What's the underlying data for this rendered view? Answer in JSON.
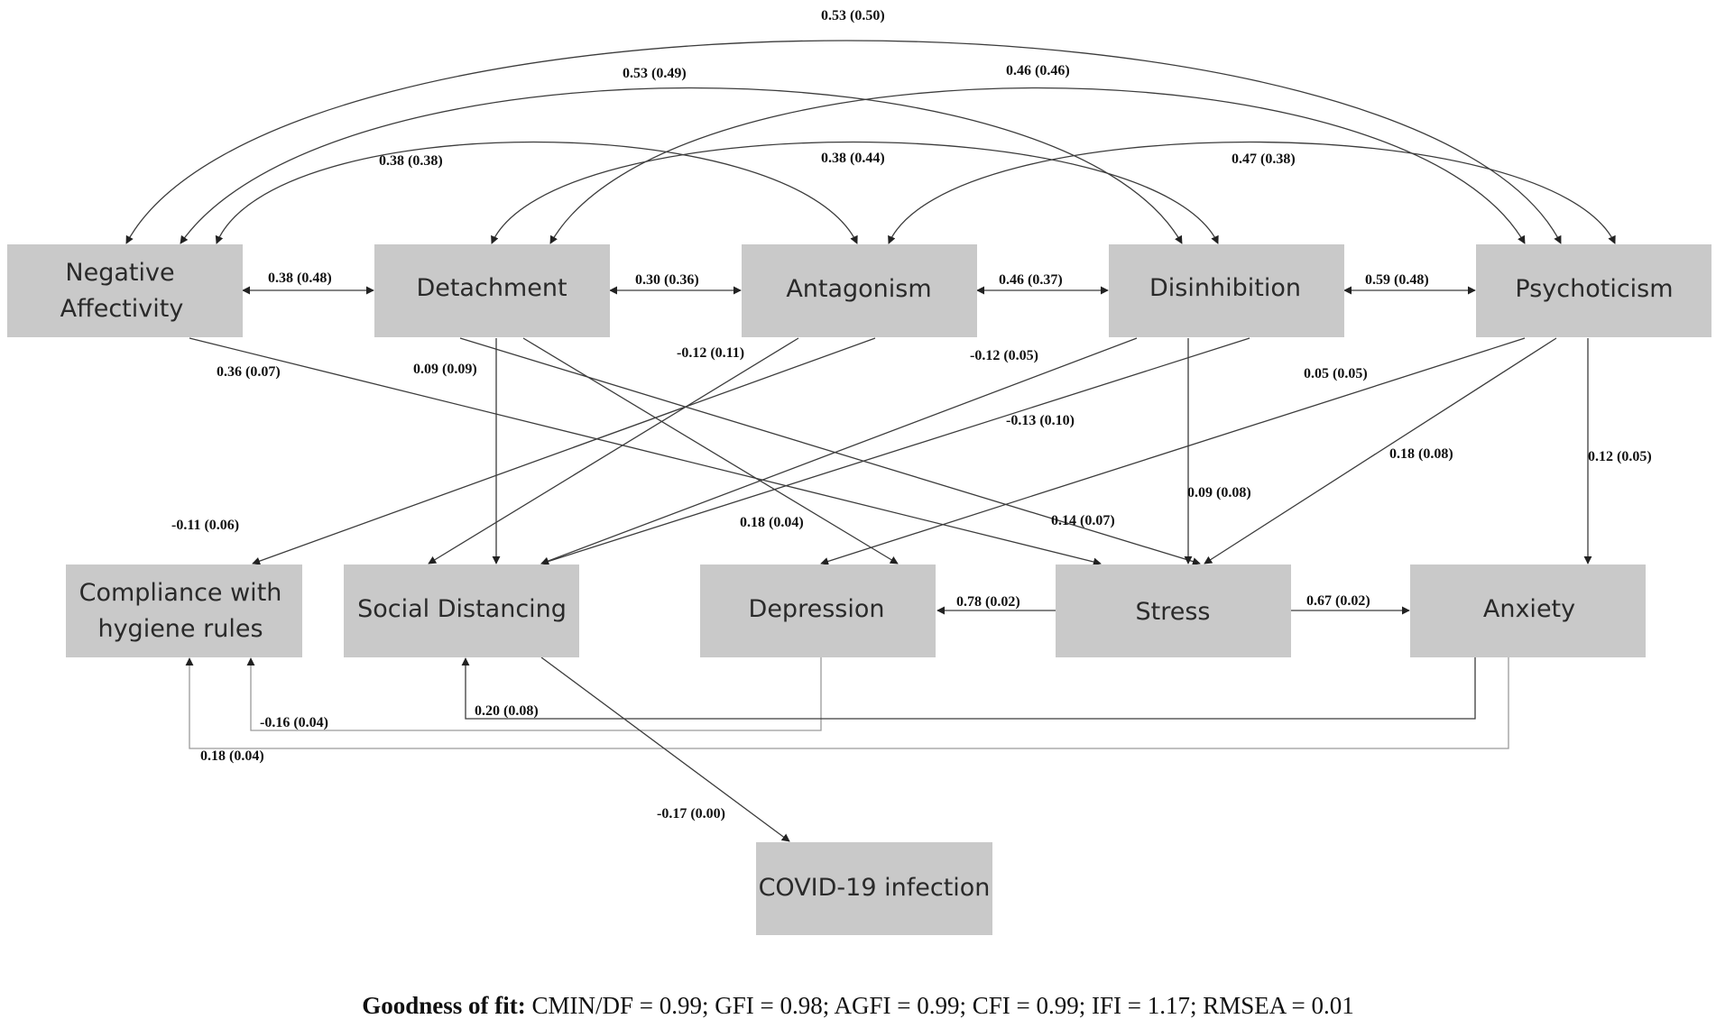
{
  "nodes": {
    "negative_affectivity": [
      "Negative",
      "Affectivity"
    ],
    "detachment": [
      "Detachment"
    ],
    "antagonism": [
      "Antagonism"
    ],
    "disinhibition": [
      "Disinhibition"
    ],
    "psychoticism": [
      "Psychoticism"
    ],
    "compliance": [
      "Compliance with",
      "hygiene rules"
    ],
    "social_distancing": [
      "Social Distancing"
    ],
    "depression": [
      "Depression"
    ],
    "stress": [
      "Stress"
    ],
    "anxiety": [
      "Anxiety"
    ],
    "covid": [
      "COVID-19 infection"
    ]
  },
  "edge_labels": {
    "na_psy": "0.53 (0.50)",
    "na_dis": "0.53 (0.49)",
    "det_psy": "0.46 (0.46)",
    "na_ant": "0.38 (0.38)",
    "det_dis": "0.38 (0.44)",
    "ant_psy": "0.47 (0.38)",
    "na_det": "0.38 (0.48)",
    "det_ant": "0.30 (0.36)",
    "ant_dis": "0.46 (0.37)",
    "dis_psy": "0.59 (0.48)",
    "na_stress": "0.36 (0.07)",
    "det_sd": "0.09 (0.09)",
    "ant_sd": "-0.12 (0.11)",
    "ant_comp": "-0.12 (0.05)",
    "psy_dep": "0.05 (0.05)",
    "dis_sd": "-0.13 (0.10)",
    "psy_stress": "0.18 (0.08)",
    "psy_anx": "0.12 (0.05)",
    "dis_comp": "-0.11 (0.06)",
    "det_dep": "0.18 (0.04)",
    "dis_stress": "0.09 (0.08)",
    "det_stress": "0.14 (0.07)",
    "stress_dep": "0.78 (0.02)",
    "stress_anx": "0.67 (0.02)",
    "dep_comp": "-0.16 (0.04)",
    "anx_sd": "0.20 (0.08)",
    "anx_comp": "0.18 (0.04)",
    "sd_covid": "-0.17 (0.00)"
  },
  "footer": {
    "label": "Goodness of fit:",
    "stats": "CMIN/DF = 0.99; GFI = 0.98; AGFI = 0.99; CFI = 0.99; IFI = 1.17; RMSEA = 0.01"
  }
}
